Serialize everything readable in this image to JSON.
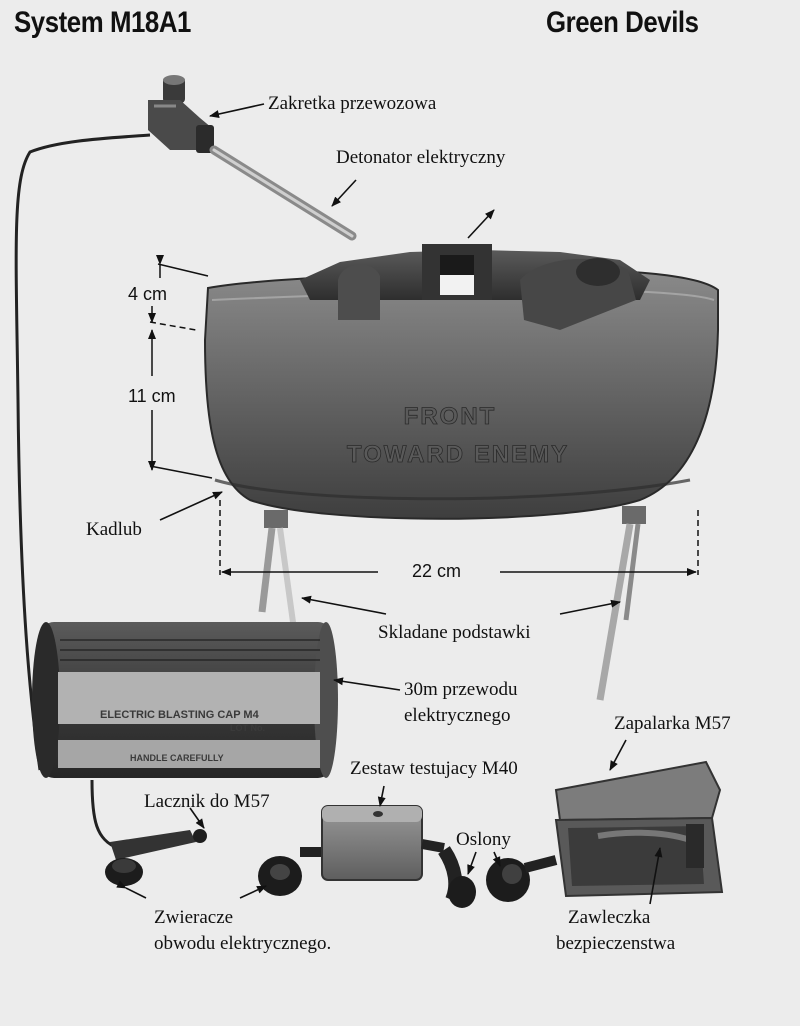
{
  "header": {
    "left_title": "System M18A1",
    "right_title": "Green Devils"
  },
  "mine": {
    "embossed_line1": "FRONT",
    "embossed_line2": "TOWARD ENEMY"
  },
  "spool": {
    "label_line1": "ELECTRIC BLASTING CAP M4",
    "label_line2": "LOT No.",
    "label_line3": "HANDLE CAREFULLY"
  },
  "dimensions": {
    "height_top": "4 cm",
    "height_body": "11 cm",
    "width": "22 cm"
  },
  "labels": {
    "shipping_plug": "Zakretka przewozowa",
    "detonator": "Detonator elektryczny",
    "body": "Kadlub",
    "legs": "Skladane podstawki",
    "wire_line1": "30m przewodu",
    "wire_line2": "elektrycznego",
    "firing_device": "Zapalarka M57",
    "test_set": "Zestaw testujacy M40",
    "connector": "Lacznik do M57",
    "covers": "Oslony",
    "shorting_line1": "Zwieracze",
    "shorting_line2": "obwodu elektrycznego.",
    "safety_line1": "Zawleczka",
    "safety_line2": "bezpieczenstwa"
  },
  "colors": {
    "background": "#ececec",
    "ink": "#111111",
    "metal_dark": "#3b3b3b",
    "metal_mid": "#6e6e6e",
    "metal_light": "#9a9a9a"
  }
}
